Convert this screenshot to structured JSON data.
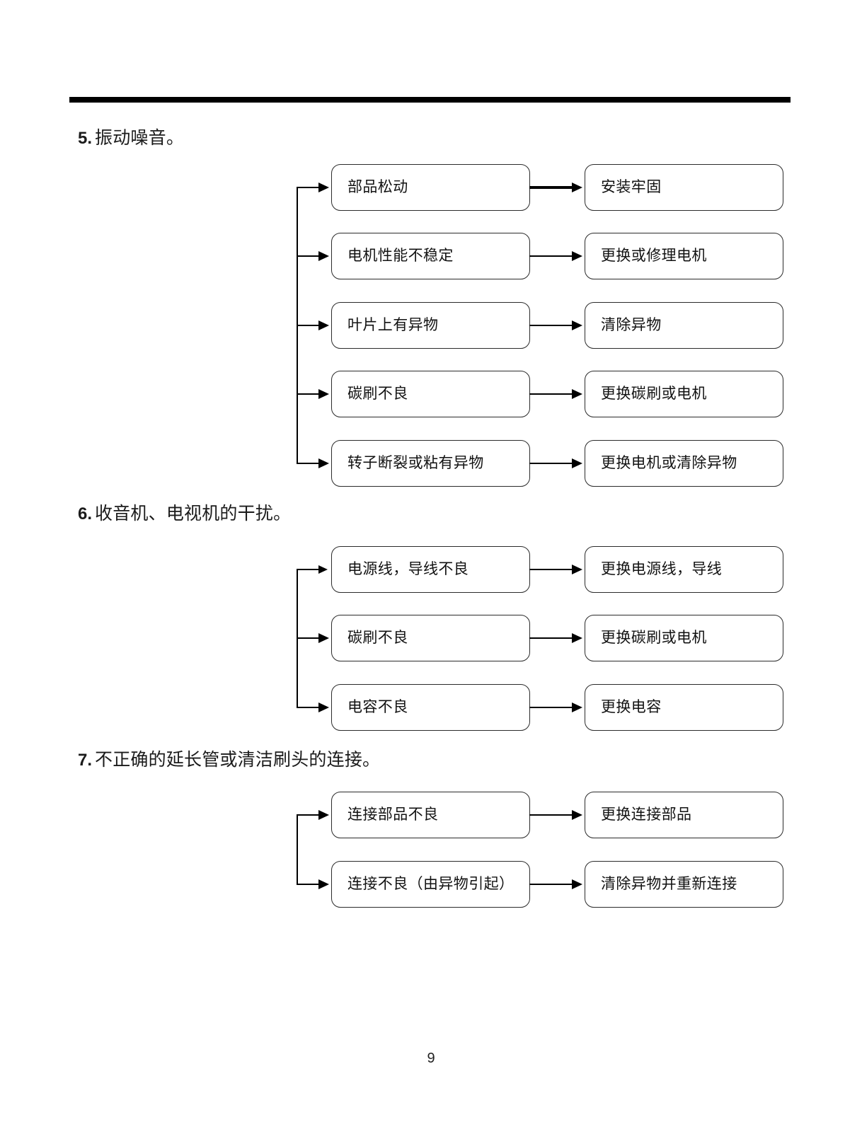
{
  "page": {
    "number": "9"
  },
  "sections": [
    {
      "number": "5.",
      "title": "振动噪音。",
      "rows": [
        {
          "cause": "部品松动",
          "remedy": "安装牢固"
        },
        {
          "cause": "电机性能不稳定",
          "remedy": "更换或修理电机"
        },
        {
          "cause": "叶片上有异物",
          "remedy": "清除异物"
        },
        {
          "cause": "碳刷不良",
          "remedy": "更换碳刷或电机"
        },
        {
          "cause": "转子断裂或粘有异物",
          "remedy": "更换电机或清除异物"
        }
      ]
    },
    {
      "number": "6.",
      "title": "收音机、电视机的干扰。",
      "rows": [
        {
          "cause": "电源线，导线不良",
          "remedy": "更换电源线，导线"
        },
        {
          "cause": "碳刷不良",
          "remedy": "更换碳刷或电机"
        },
        {
          "cause": "电容不良",
          "remedy": "更换电容"
        }
      ]
    },
    {
      "number": "7.",
      "title": "不正确的延长管或清洁刷头的连接。",
      "rows": [
        {
          "cause": "连接部品不良",
          "remedy": "更换连接部品"
        },
        {
          "cause": "连接不良（由异物引起）",
          "remedy": "清除异物并重新连接"
        }
      ]
    }
  ]
}
